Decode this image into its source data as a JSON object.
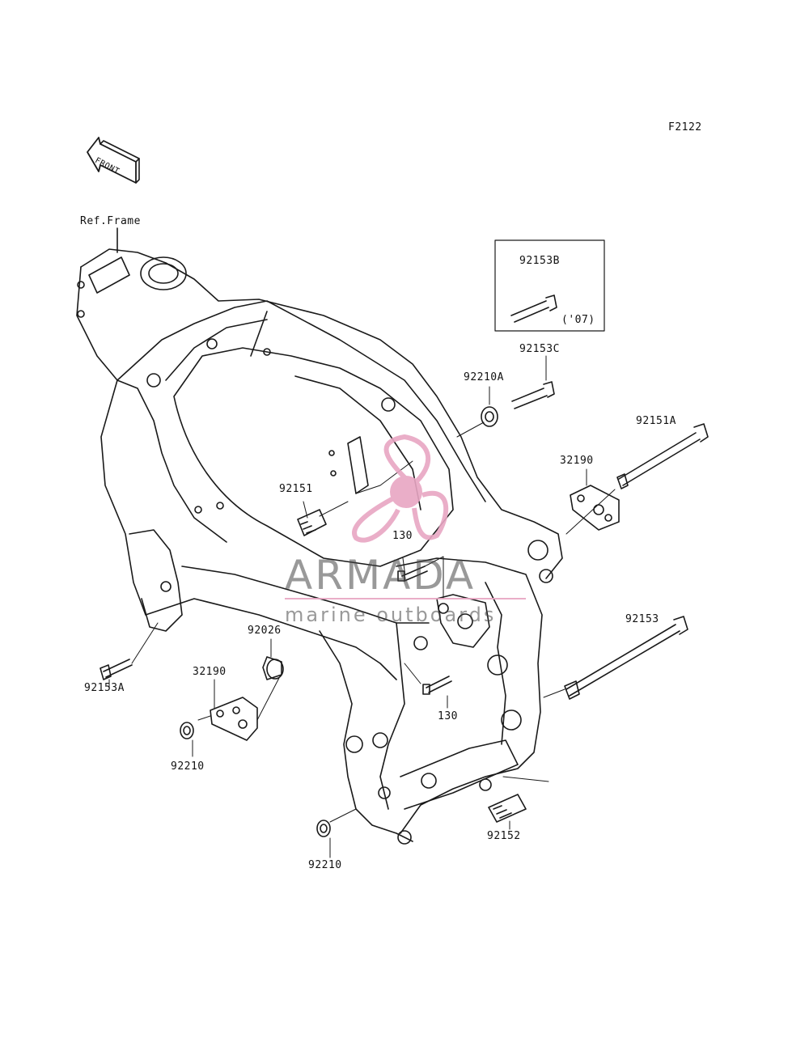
{
  "diagram": {
    "code": "F2122",
    "direction": "FRONT",
    "ref_label": "Ref.Frame",
    "parts": {
      "p92153B": "92153B",
      "year_note": "('07)",
      "p92153C": "92153C",
      "p92210A": "92210A",
      "p92151A": "92151A",
      "p32190_right": "32190",
      "p92151": "92151",
      "p130_upper": "130",
      "p92153": "92153",
      "p92026": "92026",
      "p32190_left": "32190",
      "p92153A": "92153A",
      "p130_lower": "130",
      "p92210_left": "92210",
      "p92152": "92152",
      "p92210_bottom": "92210"
    }
  },
  "watermark": {
    "title": "ARMADA",
    "subtitle": "marine outboards",
    "logo_color": "#e8a6c3",
    "text_color": "#555555"
  }
}
